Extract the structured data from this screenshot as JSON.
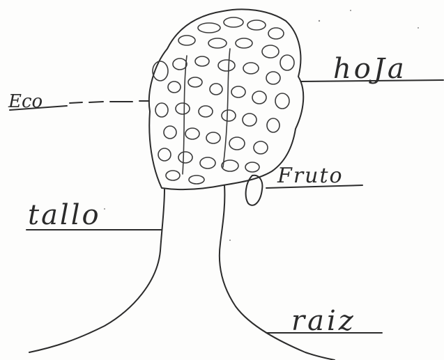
{
  "labels": {
    "eco": "Eco",
    "hoja": "hoJa",
    "fruto": "Fruto",
    "tallo": "tallo",
    "raiz": "raiz"
  }
}
